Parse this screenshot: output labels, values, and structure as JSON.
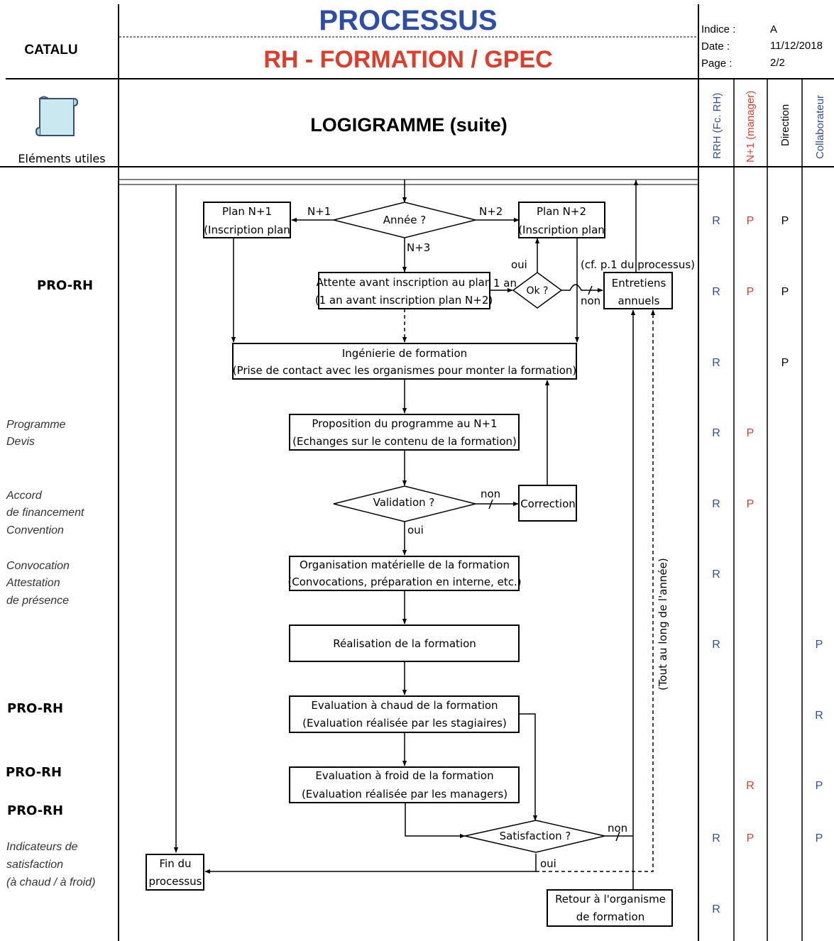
{
  "header": {
    "company": "CATALU",
    "title": "PROCESSUS",
    "subtitle": "RH - FORMATION / GPEC",
    "title_color": "#2E4DA7",
    "subtitle_color": "#E03C2C",
    "meta": [
      {
        "label": "Indice :",
        "value": "A"
      },
      {
        "label": "Date :",
        "value": "11/12/2018"
      },
      {
        "label": "Page :",
        "value": "2/2"
      }
    ]
  },
  "section": {
    "useful_label": "Eléments utiles",
    "heading": "LOGIGRAMME (suite)",
    "roles": [
      {
        "label": "RRH (Fc. RH)",
        "color": "#2E4DA7"
      },
      {
        "label": "N+1 (manager)",
        "color": "#E03C2C"
      },
      {
        "label": "Direction",
        "color": "#000000"
      },
      {
        "label": "Collaborateur",
        "color": "#2E4DA7"
      }
    ]
  },
  "left_notes": [
    {
      "lines": [
        "PRO-RH"
      ],
      "style": "bold"
    },
    {
      "lines": [
        "Programme",
        "Devis"
      ],
      "style": "italic"
    },
    {
      "lines": [
        "Accord",
        "de financement",
        "Convention"
      ],
      "style": "italic"
    },
    {
      "lines": [
        "Convocation",
        "Attestation",
        "de présence"
      ],
      "style": "italic"
    },
    {
      "lines": [
        "PRO-RH"
      ],
      "style": "bold"
    },
    {
      "lines": [
        "PRO-RH"
      ],
      "style": "bold"
    },
    {
      "lines": [
        "PRO-RH"
      ],
      "style": "bold"
    },
    {
      "lines": [
        "Indicateurs de",
        "satisfaction",
        "(à chaud / à froid)"
      ],
      "style": "italic"
    }
  ],
  "flow": {
    "annee_q": "Année ?",
    "plan_n1": [
      "Plan N+1",
      "(Inscription plan"
    ],
    "plan_n2": [
      "Plan N+2",
      "(Inscription plan"
    ],
    "attente": [
      "Attente avant inscription au plan",
      "(1 an avant inscription plan N+2)"
    ],
    "ok_q": "Ok ?",
    "entretiens": [
      "Entretiens",
      "annuels"
    ],
    "ingenierie": [
      "Ingénierie de formation",
      "(Prise de contact avec les organismes pour monter la formation)"
    ],
    "proposition": [
      "Proposition du programme au N+1",
      "(Echanges sur le contenu de la formation)"
    ],
    "validation_q": "Validation ?",
    "correction": "Correction",
    "organisation": [
      "Organisation matérielle de la formation",
      "(Convocations, préparation en interne, etc.)"
    ],
    "realisation": "Réalisation de la formation",
    "eval_chaud": [
      "Evaluation à chaud de la formation",
      "(Evaluation réalisée par les stagiaires)"
    ],
    "eval_froid": [
      "Evaluation à froid de la formation",
      "(Evaluation réalisée par les managers)"
    ],
    "satisfaction_q": "Satisfaction ?",
    "fin": [
      "Fin du",
      "processus"
    ],
    "retour": [
      "Retour à l'organisme",
      "de formation"
    ],
    "labels": {
      "n1": "N+1",
      "n2": "N+2",
      "n3": "N+3",
      "oui": "oui",
      "non": "non",
      "un_an": "1 an",
      "cf": "(cf. p.1 du processus)",
      "tout_annee": "(Tout au long de l'année)"
    }
  },
  "raci_rows": [
    [
      "R",
      "P",
      "P",
      ""
    ],
    [
      "R",
      "P",
      "P",
      ""
    ],
    [
      "R",
      "",
      "P",
      ""
    ],
    [
      "R",
      "P",
      "",
      ""
    ],
    [
      "R",
      "P",
      "",
      ""
    ],
    [
      "R",
      "",
      "",
      ""
    ],
    [
      "R",
      "",
      "",
      "P"
    ],
    [
      "",
      "",
      "",
      "R"
    ],
    [
      "",
      "R",
      "",
      "P"
    ],
    [
      "R",
      "P",
      "",
      "P"
    ],
    [
      "R",
      "",
      "",
      ""
    ]
  ]
}
